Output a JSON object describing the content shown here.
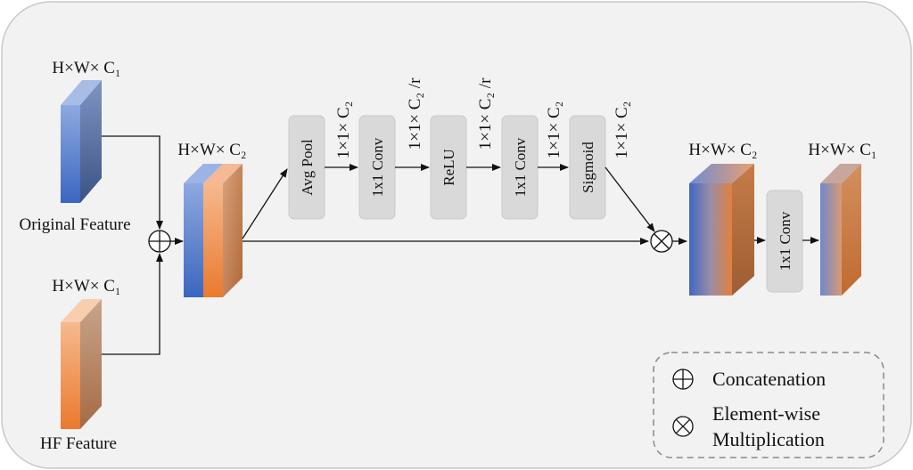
{
  "feature_blocks": {
    "original_dim": "H×W× C₁",
    "original_label": "Original Feature",
    "hf_dim": "H×W× C₁",
    "hf_label": "HF Feature",
    "concat_dim": "H×W× C₂",
    "product_dim": "H×W× C₂",
    "output_dim": "H×W× C₁"
  },
  "ops": {
    "avg_pool": "Avg Pool",
    "conv1": "1x1 Conv",
    "relu": "ReLU",
    "conv2": "1x1 Conv",
    "sigmoid": "Sigmoid",
    "conv_out": "1x1 Conv"
  },
  "edge_dims": {
    "after_pool": "1×1× C₂",
    "after_conv1": "1×1× C₂ /r",
    "after_relu": "1×1× C₂ /r",
    "after_conv2": "1×1× C₂",
    "after_sigmoid": "1×1× C₂"
  },
  "legend": {
    "concat": "Concatenation",
    "mult_line1": "Element-wise",
    "mult_line2": "Multiplication"
  },
  "colors": {
    "blue": "#4a72c4",
    "orange": "#e9823f",
    "op_box": "#d9d9d9",
    "panel": "#f3f2f2"
  }
}
